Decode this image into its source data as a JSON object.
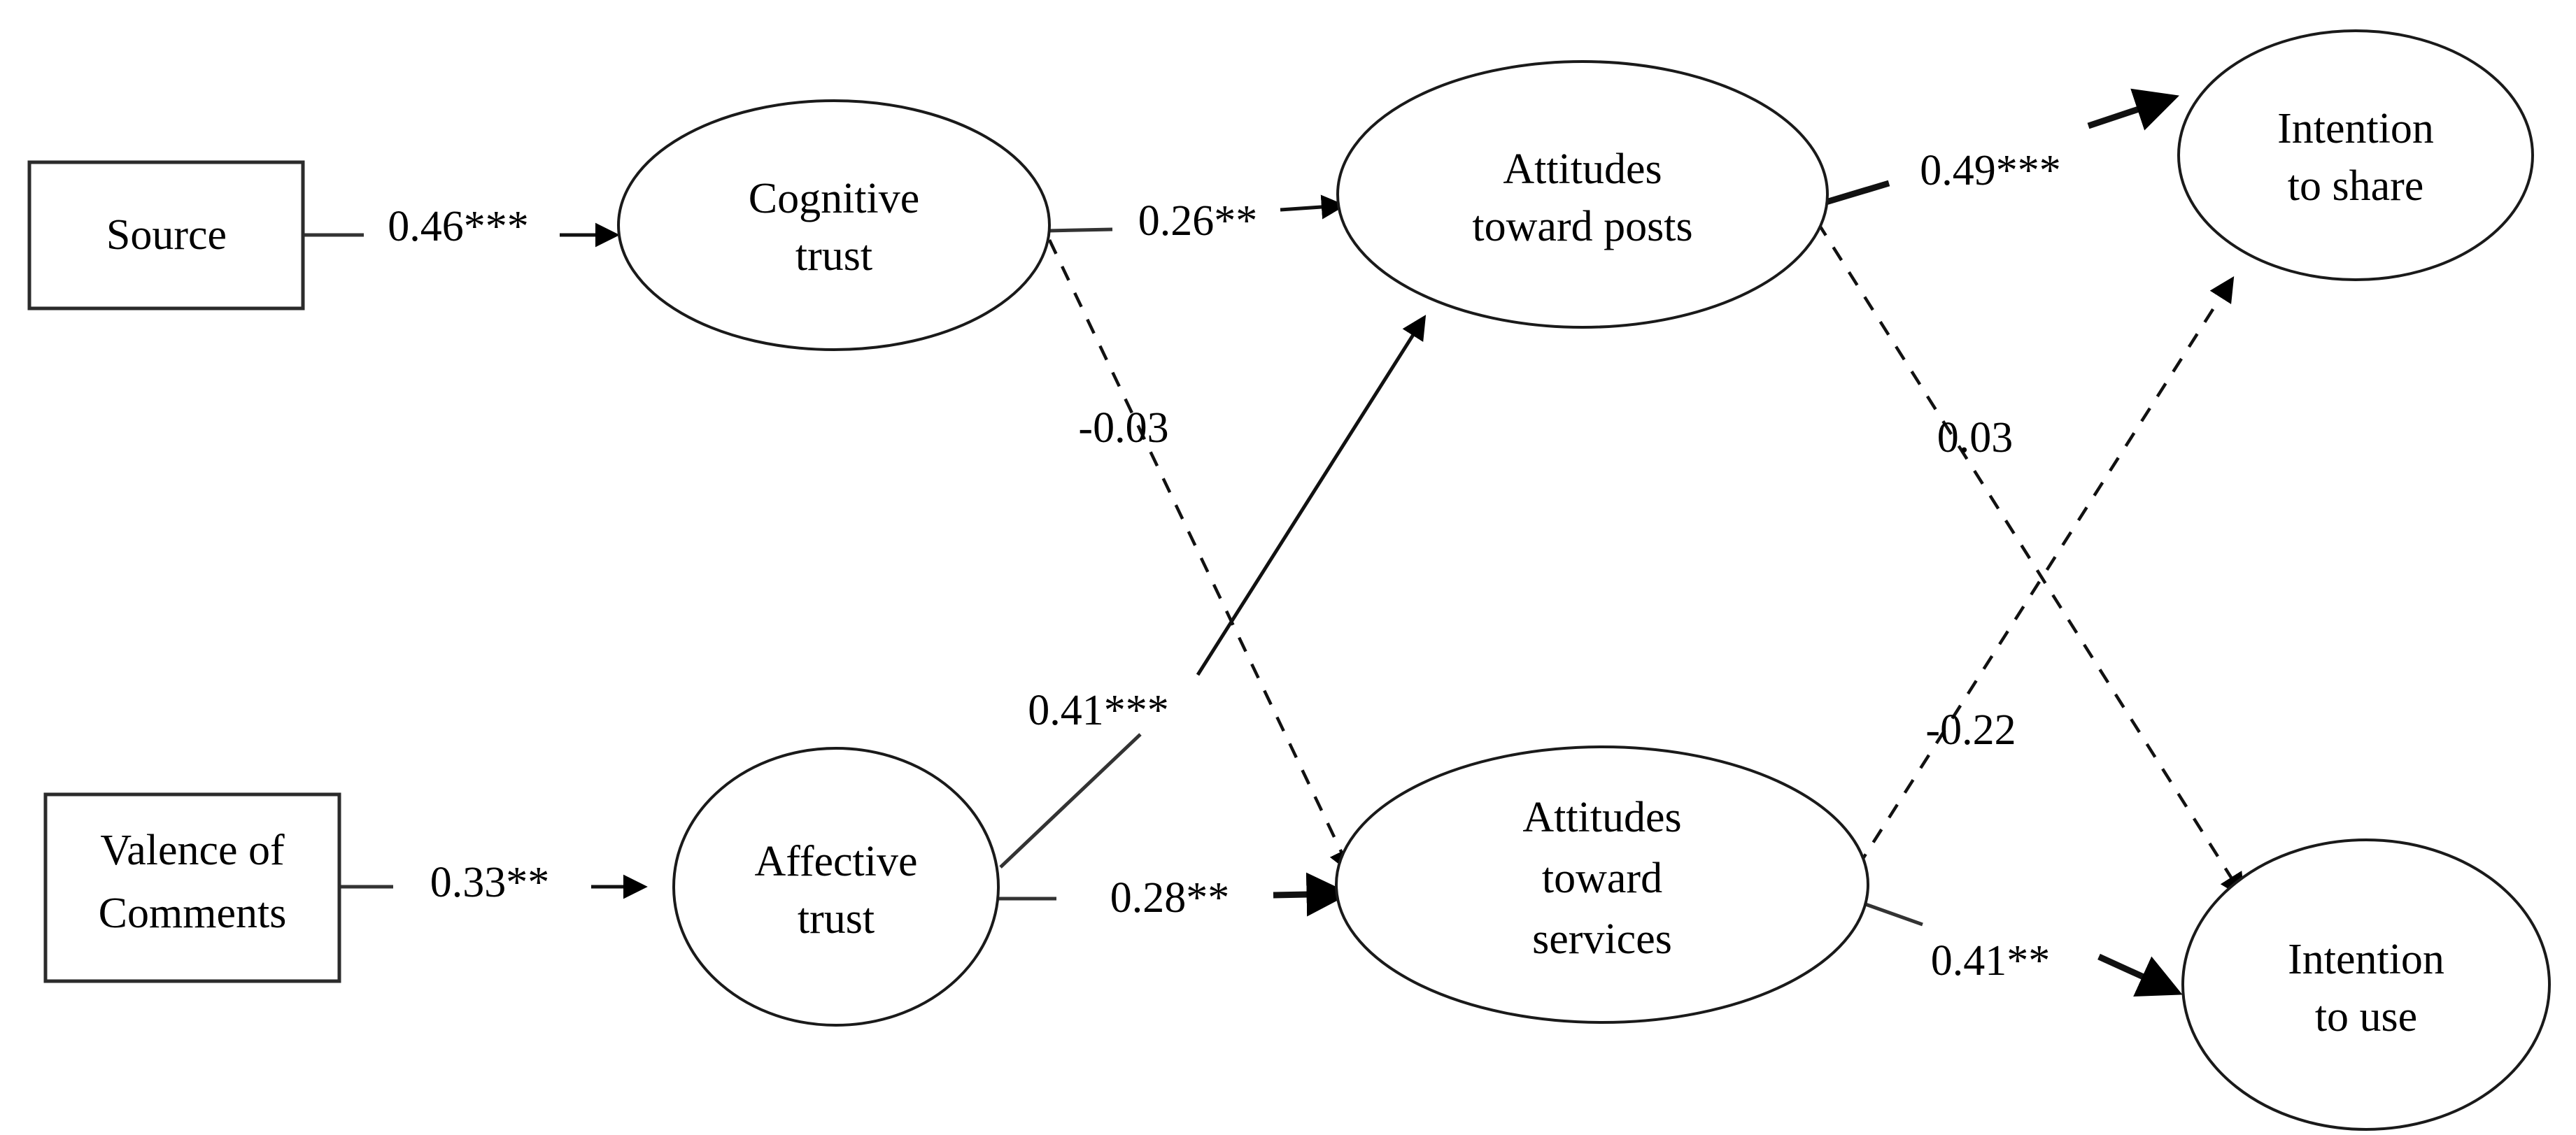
{
  "diagram": {
    "title": "Structural equation model path diagram",
    "type": "sem-path-diagram",
    "nodes": [
      {
        "id": "source",
        "label": "Source",
        "shape": "rectangle"
      },
      {
        "id": "valence",
        "label_line1": "Valence of",
        "label_line2": "Comments",
        "shape": "rectangle"
      },
      {
        "id": "cogtrust",
        "label_line1": "Cognitive",
        "label_line2": "trust",
        "shape": "ellipse"
      },
      {
        "id": "afftrust",
        "label_line1": "Affective",
        "label_line2": "trust",
        "shape": "ellipse"
      },
      {
        "id": "attposts",
        "label_line1": "Attitudes",
        "label_line2": "toward posts",
        "shape": "ellipse"
      },
      {
        "id": "attserv",
        "label_line1": "Attitudes",
        "label_line2": "toward",
        "label_line3": "services",
        "shape": "ellipse"
      },
      {
        "id": "intshare",
        "label_line1": "Intention",
        "label_line2": "to share",
        "shape": "ellipse"
      },
      {
        "id": "intuse",
        "label_line1": "Intention",
        "label_line2": "to use",
        "shape": "ellipse"
      }
    ],
    "paths": [
      {
        "id": "p1",
        "from": "source",
        "to": "cogtrust",
        "coefficient": "0.46***",
        "style": "solid",
        "significance": "p<0.001"
      },
      {
        "id": "p2",
        "from": "valence",
        "to": "afftrust",
        "coefficient": "0.33**",
        "style": "solid",
        "significance": "p<0.01"
      },
      {
        "id": "p3",
        "from": "cogtrust",
        "to": "attposts",
        "coefficient": "0.26**",
        "style": "solid",
        "significance": "p<0.01"
      },
      {
        "id": "p4",
        "from": "cogtrust",
        "to": "attserv",
        "coefficient": "-0.03",
        "style": "dashed",
        "significance": "n.s."
      },
      {
        "id": "p5",
        "from": "afftrust",
        "to": "attposts",
        "coefficient": "0.41***",
        "style": "solid",
        "significance": "p<0.001"
      },
      {
        "id": "p6",
        "from": "afftrust",
        "to": "attserv",
        "coefficient": "0.28**",
        "style": "solid",
        "significance": "p<0.01"
      },
      {
        "id": "p7",
        "from": "attposts",
        "to": "intshare",
        "coefficient": "0.49***",
        "style": "solid",
        "significance": "p<0.001"
      },
      {
        "id": "p8",
        "from": "attposts",
        "to": "intuse",
        "coefficient": "0.03",
        "style": "dashed",
        "significance": "n.s."
      },
      {
        "id": "p9",
        "from": "attserv",
        "to": "intshare",
        "coefficient": "-0.22",
        "style": "dashed",
        "significance": "n.s."
      },
      {
        "id": "p10",
        "from": "attserv",
        "to": "intuse",
        "coefficient": "0.41**",
        "style": "solid",
        "significance": "p<0.01"
      }
    ]
  },
  "chart_data": {
    "type": "diagram",
    "title": "Structural equation model of trust, attitudes and behavioural intentions",
    "node_labels": [
      "Source",
      "Valence of Comments",
      "Cognitive trust",
      "Affective trust",
      "Attitudes toward posts",
      "Attitudes toward services",
      "Intention to share",
      "Intention to use"
    ],
    "edges": [
      {
        "source": "Source",
        "target": "Cognitive trust",
        "value": 0.46,
        "label": "0.46***",
        "line": "solid"
      },
      {
        "source": "Valence of Comments",
        "target": "Affective trust",
        "value": 0.33,
        "label": "0.33**",
        "line": "solid"
      },
      {
        "source": "Cognitive trust",
        "target": "Attitudes toward posts",
        "value": 0.26,
        "label": "0.26**",
        "line": "solid"
      },
      {
        "source": "Cognitive trust",
        "target": "Attitudes toward services",
        "value": -0.03,
        "label": "-0.03",
        "line": "dashed"
      },
      {
        "source": "Affective trust",
        "target": "Attitudes toward posts",
        "value": 0.41,
        "label": "0.41***",
        "line": "solid"
      },
      {
        "source": "Affective trust",
        "target": "Attitudes toward services",
        "value": 0.28,
        "label": "0.28**",
        "line": "solid"
      },
      {
        "source": "Attitudes toward posts",
        "target": "Intention to share",
        "value": 0.49,
        "label": "0.49***",
        "line": "solid"
      },
      {
        "source": "Attitudes toward posts",
        "target": "Intention to use",
        "value": 0.03,
        "label": "0.03",
        "line": "dashed"
      },
      {
        "source": "Attitudes toward services",
        "target": "Intention to share",
        "value": -0.22,
        "label": "-0.22",
        "line": "dashed"
      },
      {
        "source": "Attitudes toward services",
        "target": "Intention to use",
        "value": 0.41,
        "label": "0.41**",
        "line": "solid"
      }
    ]
  }
}
